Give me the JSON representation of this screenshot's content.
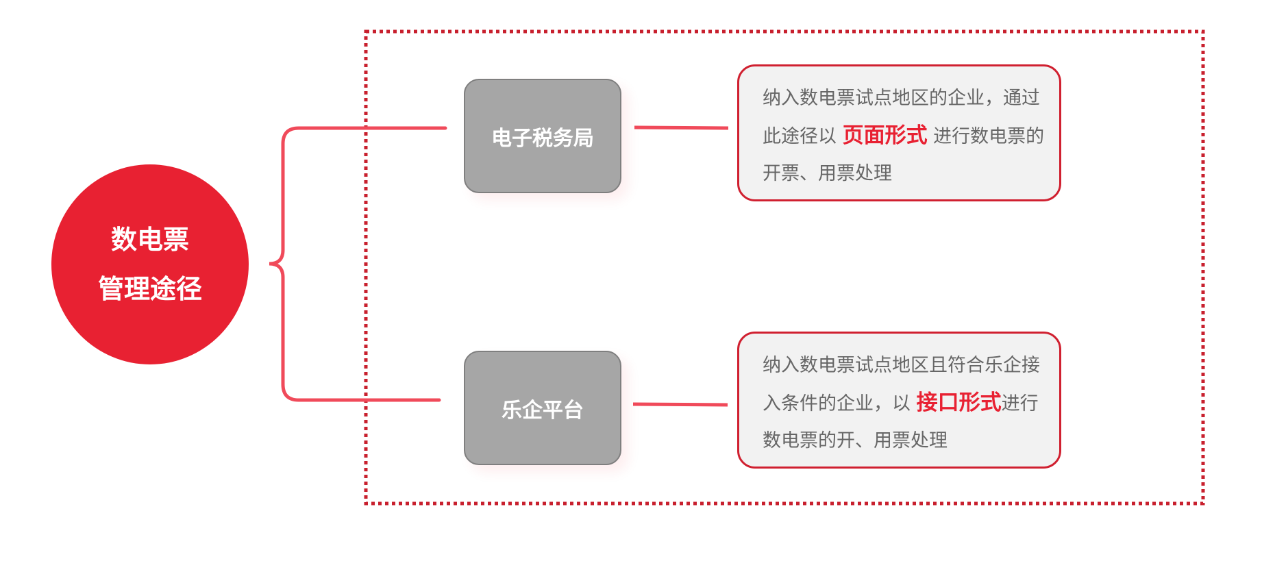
{
  "colors": {
    "accent": "#e82132",
    "connector": "#f04a5a",
    "node_fill": "#a6a6a6",
    "node_border": "#7f7f7f",
    "desc_fill": "#f2f2f2",
    "desc_border": "#d02030",
    "desc_text": "#666666"
  },
  "root": {
    "line1": "数电票",
    "line2": "管理途径"
  },
  "branches": [
    {
      "node": "电子税务局",
      "desc_before": "纳入数电票试点地区的企业，通过此途径以 ",
      "desc_highlight": "页面形式",
      "desc_after": " 进行数电票的开票、用票处理"
    },
    {
      "node": "乐企平台",
      "desc_before": "纳入数电票试点地区且符合乐企接入条件的企业，以 ",
      "desc_highlight": "接口形式",
      "desc_after": "进行数电票的开、用票处理"
    }
  ]
}
